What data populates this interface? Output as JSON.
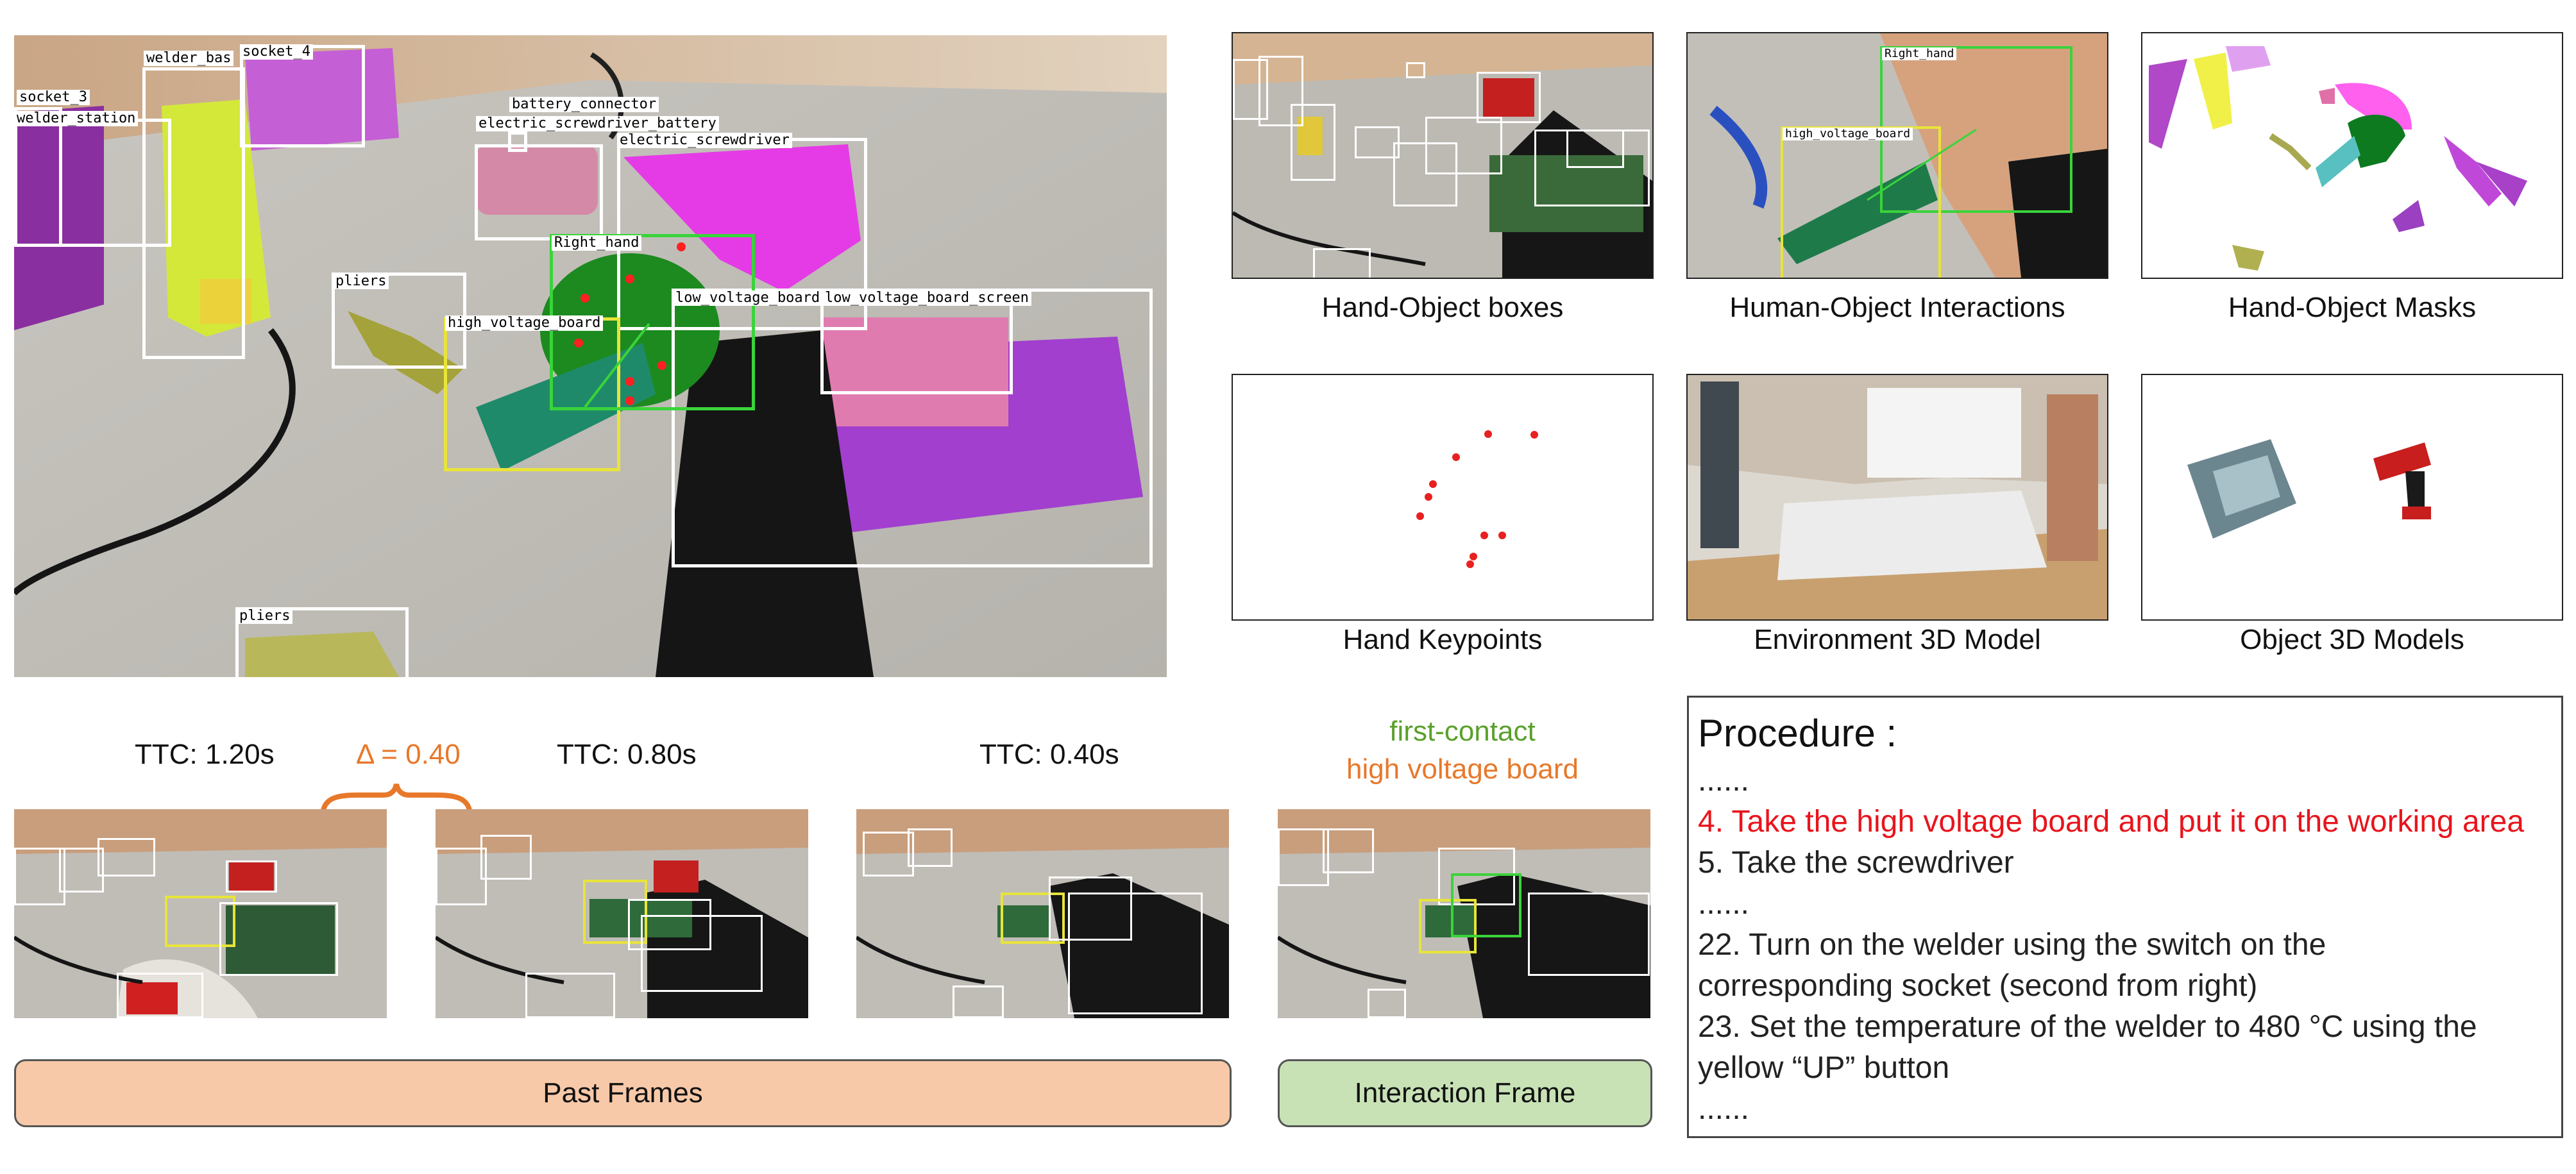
{
  "main_frame": {
    "labels": {
      "socket_3": "socket_3",
      "welder_station": "welder_station",
      "welder_base": "welder_bas",
      "socket_4": "socket_4",
      "battery_connector": "battery_connector",
      "electric_screwdriver_battery": "electric_screwdriver_battery",
      "electric_screwdriver": "electric_screwdriver",
      "right_hand": "Right_hand",
      "pliers_1": "pliers",
      "high_voltage_board": "high_voltage_board",
      "low_voltage_board": "low_voltage_board",
      "low_voltage_board_screen": "low_voltage_board_screen",
      "pliers_2": "pliers"
    }
  },
  "thumbnails": {
    "hand_object_boxes": "Hand-Object boxes",
    "human_object_interactions": "Human-Object Interactions",
    "human_object_interactions_label_hand": "Right_hand",
    "human_object_interactions_label_board": "high_voltage_board",
    "hand_object_masks": "Hand-Object Masks",
    "hand_keypoints": "Hand Keypoints",
    "environment_3d_model": "Environment 3D Model",
    "object_3d_models": "Object 3D Models"
  },
  "timeline": {
    "ttc_1": "TTC: 1.20s",
    "ttc_2": "TTC: 0.80s",
    "ttc_3": "TTC: 0.40s",
    "delta": "Δ = 0.40",
    "first_contact": "first-contact",
    "contact_object": "high voltage board",
    "past_frames": "Past Frames",
    "interaction_frame": "Interaction Frame"
  },
  "procedure": {
    "title": "Procedure :",
    "ellipsis_1": "......",
    "step_4": "4.   Take the high voltage board and put it on the working area",
    "step_5": "5.   Take the screwdriver",
    "ellipsis_2": "......",
    "step_22_a": "22.   Turn on the welder using the switch on the",
    "step_22_b": "corresponding socket (second from right)",
    "step_23_a": "23.  Set the temperature of the welder to 480 °C using the",
    "step_23_b": "yellow “UP” button",
    "ellipsis_3": "......"
  },
  "colors": {
    "highlight_step": "#e8141c",
    "delta": "#e8782a",
    "first_contact": "#5aa02c",
    "contact_object": "#e8782a",
    "past_banner": "#f8c9a8",
    "interaction_banner": "#c8e2b6",
    "box_white": "#ffffff",
    "box_green": "#39d43a",
    "box_yellow": "#e8e43a"
  }
}
